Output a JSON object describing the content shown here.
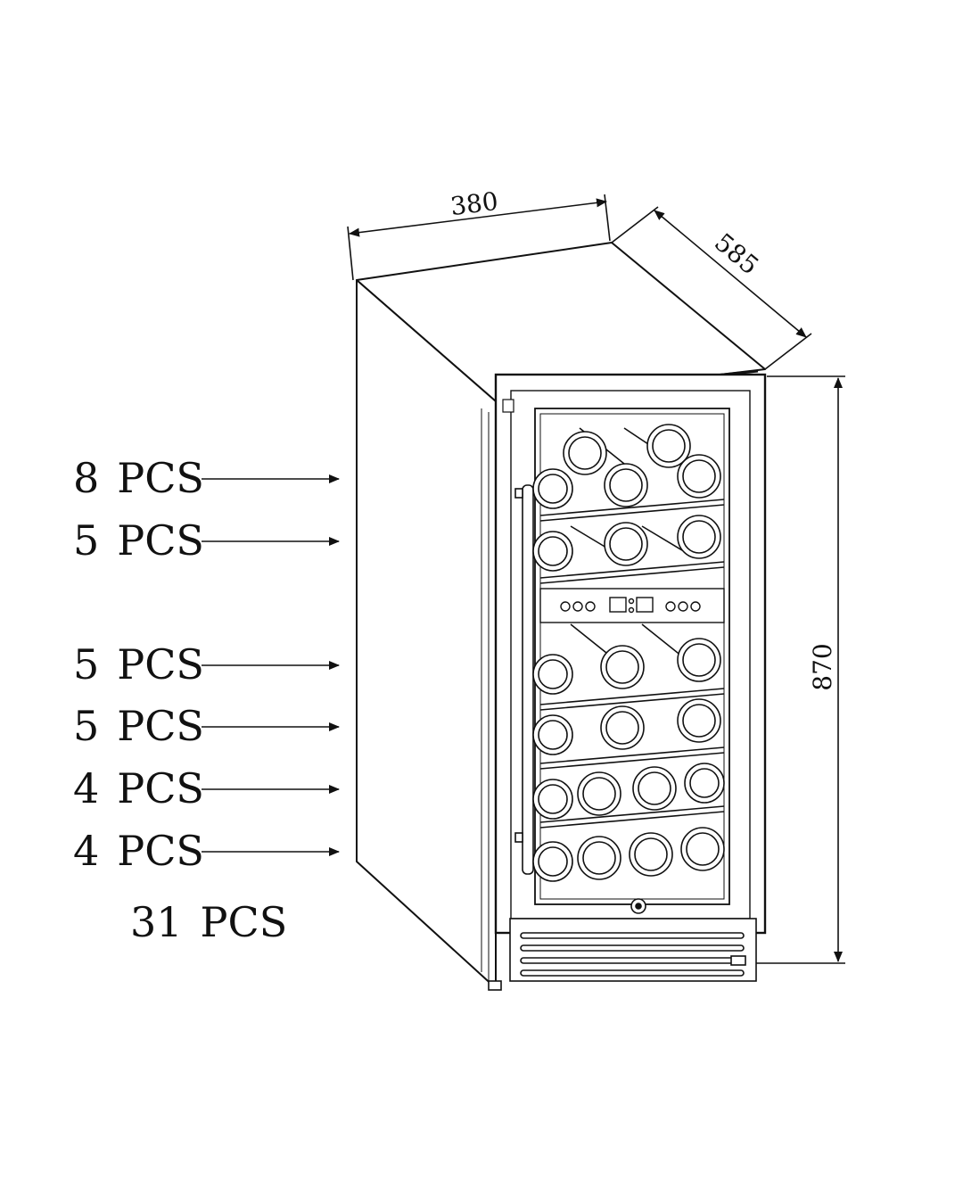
{
  "dimensions": {
    "width": "380",
    "depth": "585",
    "height": "870"
  },
  "shelf_labels": [
    {
      "count": "8",
      "unit": "PCS"
    },
    {
      "count": "5",
      "unit": "PCS"
    },
    {
      "count": "5",
      "unit": "PCS"
    },
    {
      "count": "5",
      "unit": "PCS"
    },
    {
      "count": "4",
      "unit": "PCS"
    },
    {
      "count": "4",
      "unit": "PCS"
    }
  ],
  "total": {
    "count": "31",
    "unit": "PCS"
  },
  "colors": {
    "line": "#111111",
    "background": "#ffffff"
  }
}
